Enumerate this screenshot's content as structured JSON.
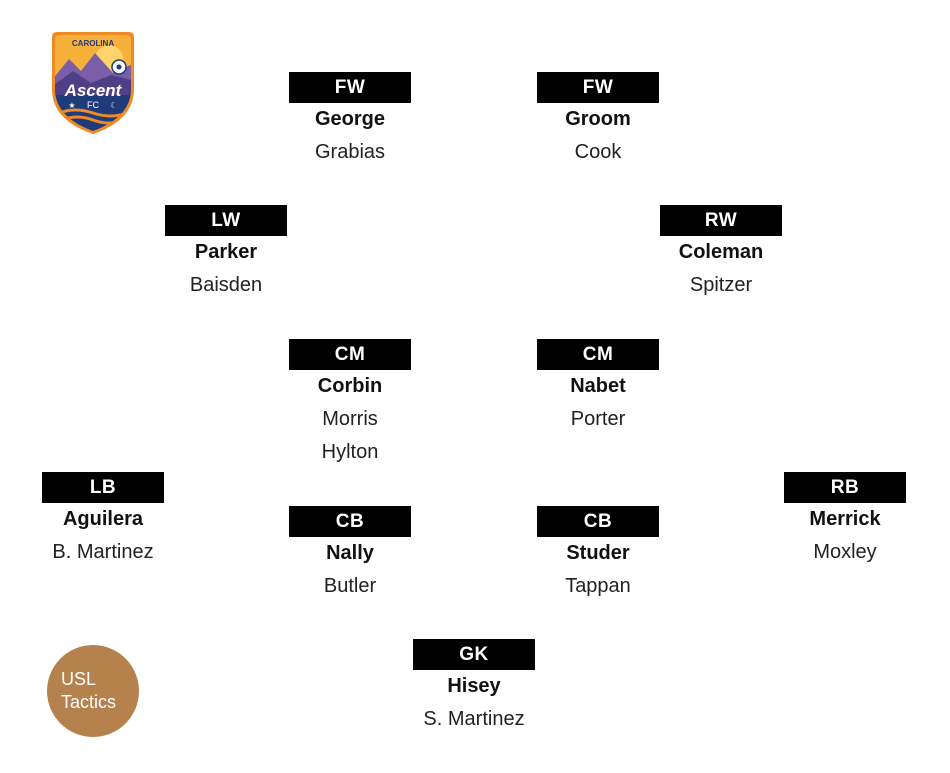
{
  "team": {
    "logo_text_top": "CAROLINA",
    "logo_text_main": "Ascent",
    "logo_text_sub": "FC"
  },
  "badge": {
    "line1": "USL",
    "line2": "Tactics",
    "color": "#b5824e"
  },
  "colors": {
    "position_bg": "#000000",
    "position_text": "#ffffff"
  },
  "lineup": {
    "fw_left": {
      "position": "FW",
      "starter": "George",
      "subs": [
        "Grabias"
      ]
    },
    "fw_right": {
      "position": "FW",
      "starter": "Groom",
      "subs": [
        "Cook"
      ]
    },
    "lw": {
      "position": "LW",
      "starter": "Parker",
      "subs": [
        "Baisden"
      ]
    },
    "rw": {
      "position": "RW",
      "starter": "Coleman",
      "subs": [
        "Spitzer"
      ]
    },
    "cm_left": {
      "position": "CM",
      "starter": "Corbin",
      "subs": [
        "Morris",
        "Hylton"
      ]
    },
    "cm_right": {
      "position": "CM",
      "starter": "Nabet",
      "subs": [
        "Porter"
      ]
    },
    "lb": {
      "position": "LB",
      "starter": "Aguilera",
      "subs": [
        "B. Martinez"
      ]
    },
    "cb_left": {
      "position": "CB",
      "starter": "Nally",
      "subs": [
        "Butler"
      ]
    },
    "cb_right": {
      "position": "CB",
      "starter": "Studer",
      "subs": [
        "Tappan"
      ]
    },
    "rb": {
      "position": "RB",
      "starter": "Merrick",
      "subs": [
        "Moxley"
      ]
    },
    "gk": {
      "position": "GK",
      "starter": "Hisey",
      "subs": [
        "S. Martinez"
      ]
    }
  }
}
